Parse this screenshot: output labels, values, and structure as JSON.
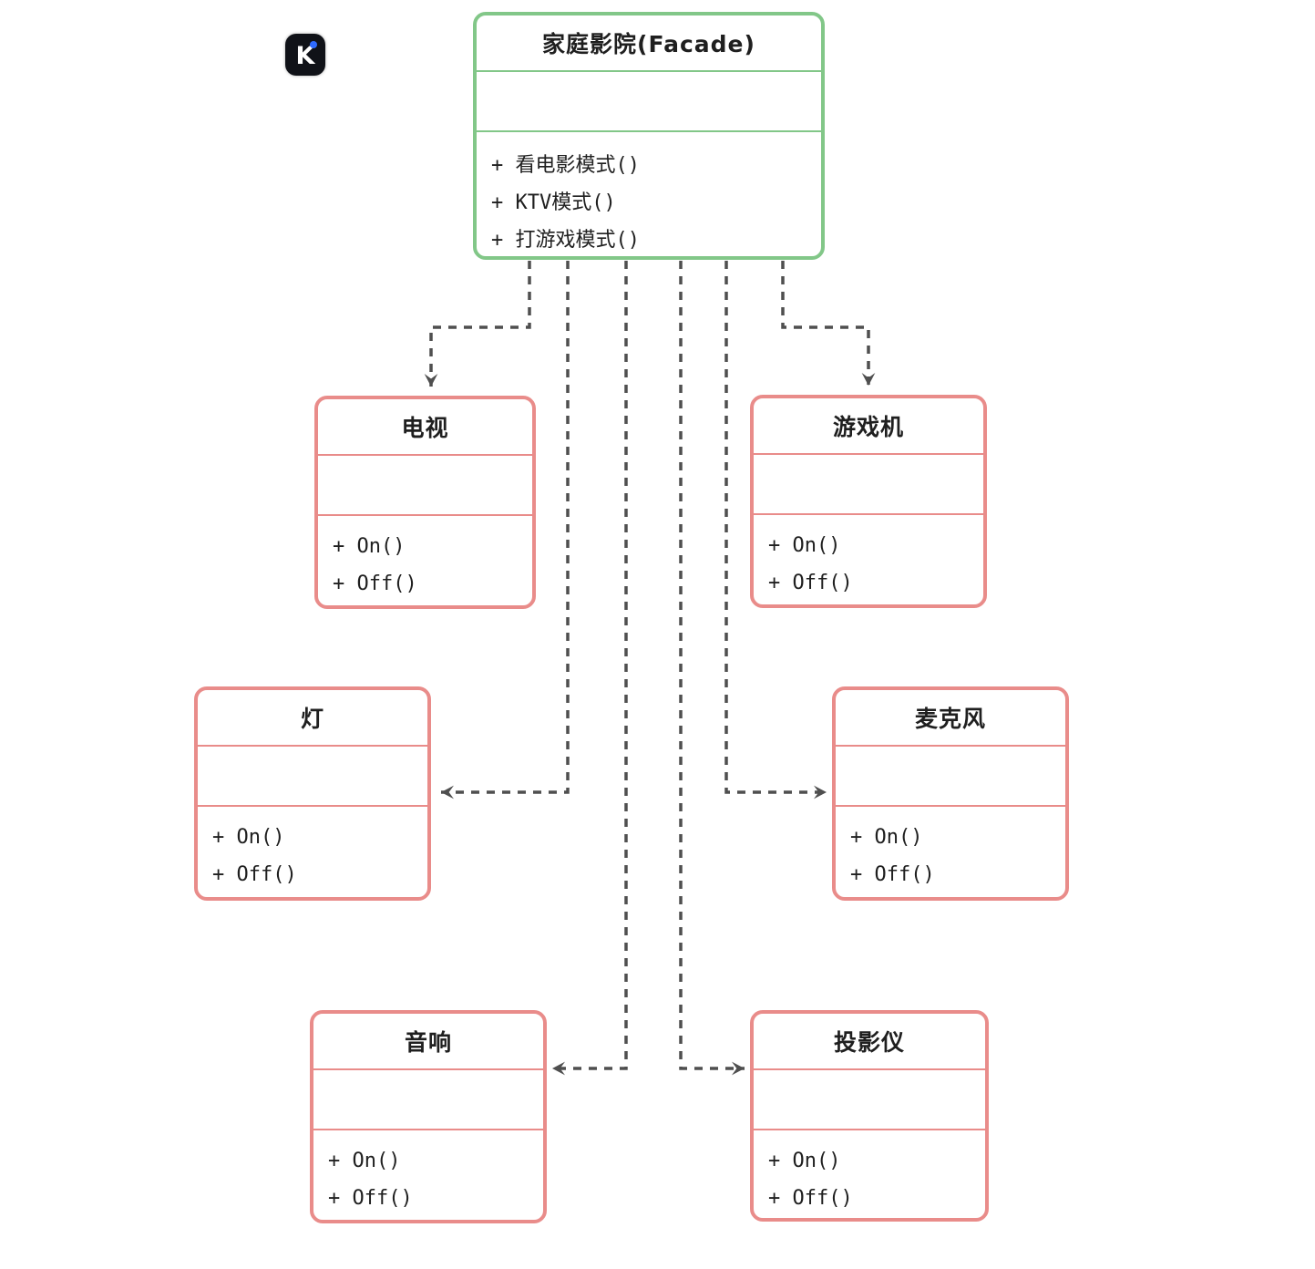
{
  "diagram": {
    "kind": "uml-class-diagram",
    "pattern": "Facade"
  },
  "logo": {
    "name": "k-app-logo",
    "letter": "K"
  },
  "colors": {
    "facade_border": "#82c788",
    "subsystem_border": "#e98c8a",
    "connector": "#4f4f4f",
    "text": "#1f1f1f",
    "logo_bg": "#101218",
    "logo_dot": "#2f6bff"
  },
  "classes": [
    {
      "id": "facade",
      "title": "家庭影院(Facade)",
      "attributes": [],
      "methods": [
        "+ 看电影模式()",
        "+ KTV模式()",
        "+ 打游戏模式()"
      ]
    },
    {
      "id": "tv",
      "title": "电视",
      "attributes": [],
      "methods": [
        "+ On()",
        "+ Off()"
      ]
    },
    {
      "id": "console",
      "title": "游戏机",
      "attributes": [],
      "methods": [
        "+ On()",
        "+ Off()"
      ]
    },
    {
      "id": "light",
      "title": "灯",
      "attributes": [],
      "methods": [
        "+ On()",
        "+ Off()"
      ]
    },
    {
      "id": "mic",
      "title": "麦克风",
      "attributes": [],
      "methods": [
        "+ On()",
        "+ Off()"
      ]
    },
    {
      "id": "speaker",
      "title": "音响",
      "attributes": [],
      "methods": [
        "+ On()",
        "+ Off()"
      ]
    },
    {
      "id": "projector",
      "title": "投影仪",
      "attributes": [],
      "methods": [
        "+ On()",
        "+ Off()"
      ]
    }
  ],
  "connections": [
    {
      "from": "facade",
      "to": "tv",
      "style": "dashed-arrow"
    },
    {
      "from": "facade",
      "to": "console",
      "style": "dashed-arrow"
    },
    {
      "from": "facade",
      "to": "light",
      "style": "dashed-arrow"
    },
    {
      "from": "facade",
      "to": "mic",
      "style": "dashed-arrow"
    },
    {
      "from": "facade",
      "to": "speaker",
      "style": "dashed-arrow"
    },
    {
      "from": "facade",
      "to": "projector",
      "style": "dashed-arrow"
    }
  ]
}
